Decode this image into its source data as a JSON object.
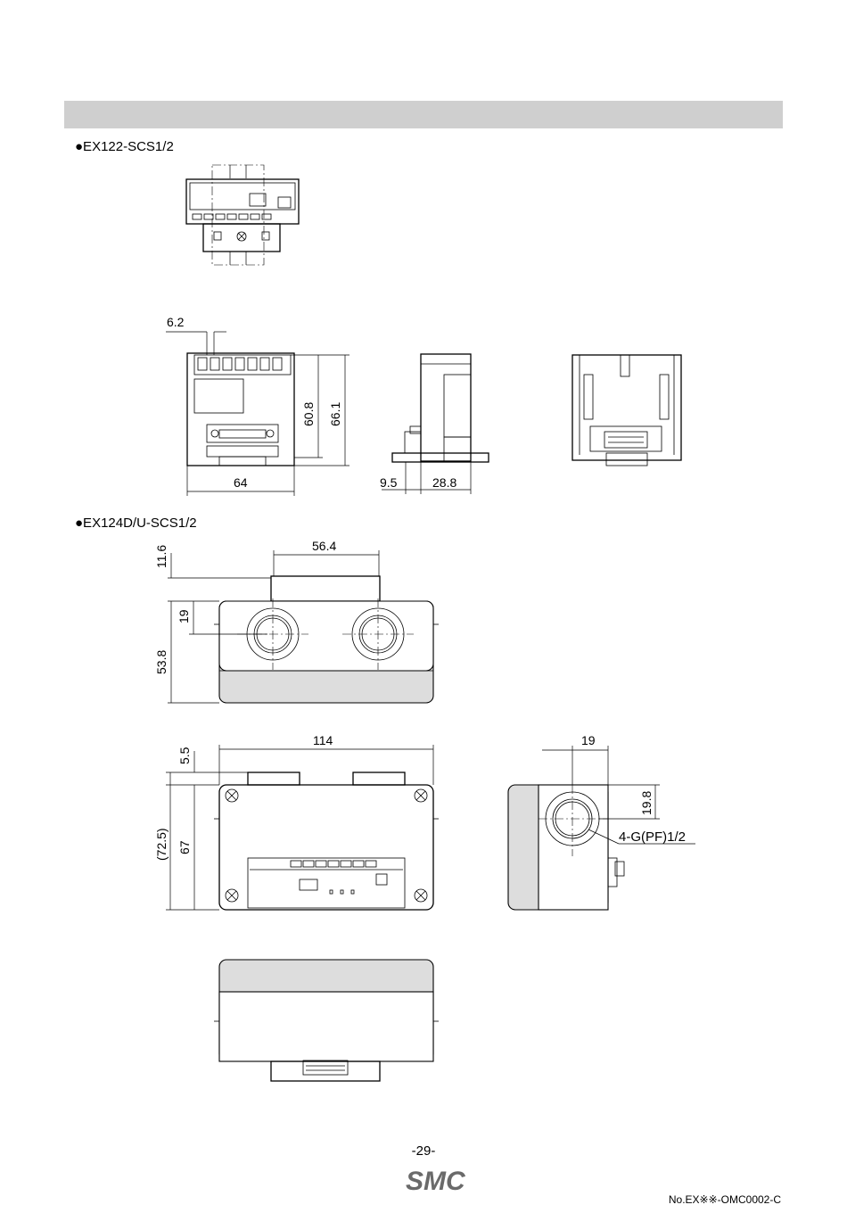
{
  "models": {
    "first": "●EX122-SCS1/2",
    "second": "●EX124D/U-SCS1/2"
  },
  "dimensions": {
    "ex122_front_terminal_pitch": "6.2",
    "ex122_front_width": "64",
    "ex122_front_height_inner": "60.8",
    "ex122_front_height_outer": "66.1",
    "ex122_side_offset": "9.5",
    "ex122_side_depth": "28.8",
    "ex124_top_width": "56.4",
    "ex124_top_offset": "11.6",
    "ex124_port_height": "19",
    "ex124_body_height": "53.8",
    "ex124_front_width": "114",
    "ex124_front_top": "5.5",
    "ex124_front_total_height": "(72.5)",
    "ex124_front_height": "67",
    "ex124_side_port_width": "19",
    "ex124_side_port_height": "19.8",
    "ex124_port_thread": "4-G(PF)1/2"
  },
  "page_number": "-29-",
  "logo_text": "SMC",
  "doc_number": "No.EX※※-OMC0002-C",
  "colors": {
    "section_bar": "#cfcfcf",
    "part_gray": "#dddddd"
  }
}
